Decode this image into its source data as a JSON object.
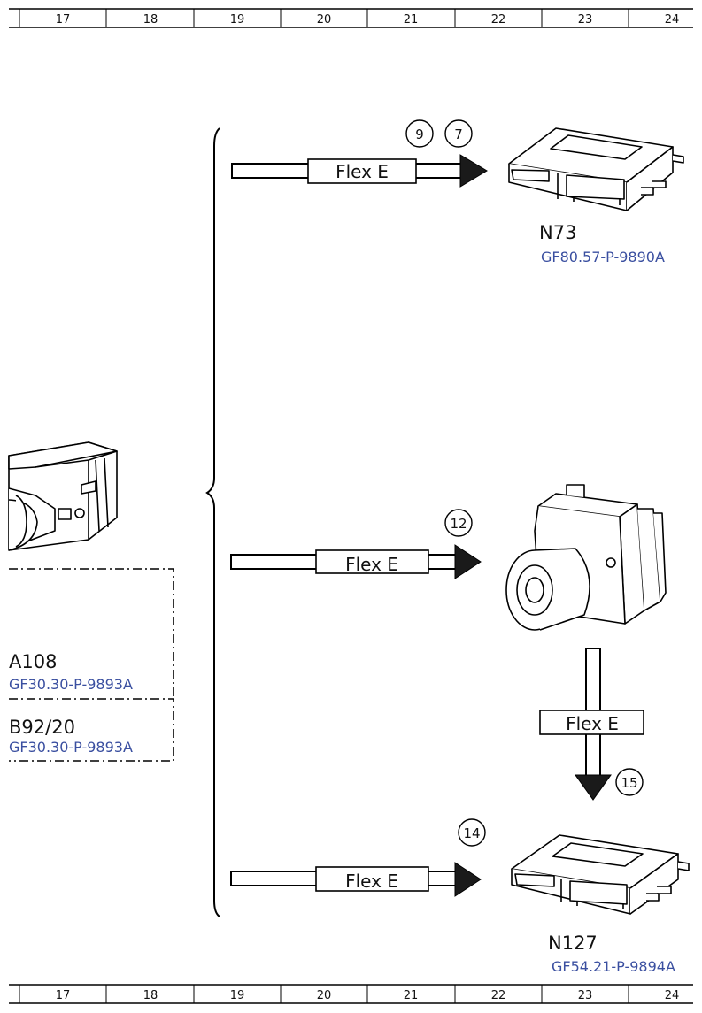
{
  "ruler": {
    "columns": [
      "17",
      "18",
      "19",
      "20",
      "21",
      "22",
      "23",
      "24"
    ]
  },
  "components": {
    "n73": {
      "name": "N73",
      "ref": "GF80.57-P-9890A"
    },
    "n127": {
      "name": "N127",
      "ref": "GF54.21-P-9894A"
    },
    "a108": {
      "name": "A108",
      "ref": "GF30.30-P-9893A"
    },
    "b92_20": {
      "name": "B92/20",
      "ref": "GF30.30-P-9893A"
    }
  },
  "buses": {
    "top": "Flex E",
    "middle": "Flex E",
    "vertical": "Flex E",
    "bottom": "Flex E"
  },
  "markers": {
    "top_a": "9",
    "top_b": "7",
    "middle": "12",
    "vertical": "15",
    "bottom": "14"
  }
}
